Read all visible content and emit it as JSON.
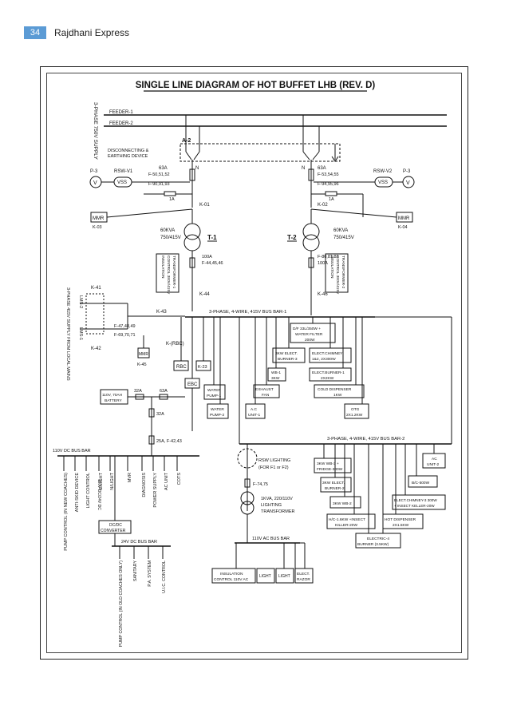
{
  "header": {
    "page_number": "34",
    "running_title": "Rajdhani Express"
  },
  "diagram": {
    "title": "SINGLE LINE DIAGRAM OF HOT BUFFET LHB (REV. D)",
    "supply": "3-PHASE 750V SUPPLY",
    "feeder1": "FEEDER-1",
    "feeder2": "FEEDER-2",
    "a2": "A-2",
    "disconnect": "DISCONNECTING &",
    "disconnect2": "EARTHING DEVICE",
    "p3_left": "P-3",
    "p3_right": "P-3",
    "rswv1": "RSW-V1",
    "rswv2": "RSW-V2",
    "vss": "VSS",
    "v": "V",
    "fuse_63a_l": "63A",
    "fuse_l1": "F-50,51,52",
    "fuse_l2": "F-90,91,93",
    "fuse_63a_r": "63A",
    "fuse_r1": "F-53,54,55",
    "fuse_r2": "F-94,95,96",
    "one_a": "1A",
    "k01": "K-01",
    "k02": "K-02",
    "mmr": "MMR",
    "k03": "K-03",
    "k04": "K-04",
    "n": "N",
    "t1": "T-1",
    "t2": "T-2",
    "kva1": "60KVA",
    "v1": "750/415V",
    "kva2": "60KVA",
    "v2": "750/415V",
    "fuse100_l": "100A",
    "fuse100_l2": "F-44,45,46",
    "fuse100_r": "F-80,81,82",
    "fuse100_r2": "100A",
    "insul_l1": "INSULATION",
    "insul_l2": "CONTROL 380V/415V",
    "insul_l3": "TRANSFORMER-1",
    "insul_r1": "INSULATION",
    "insul_r2": "CONTROL 380V/415V",
    "insul_r3": "TRANSFORMER-2",
    "k44": "K-44",
    "k46": "K-46",
    "k41": "K-41",
    "k42": "K-42",
    "k43": "K-43",
    "lms": "3-PHASE 415V SUPPLY FROM LOCAL MAINS",
    "lms2": "LMS-2",
    "lms1": "LMS-1",
    "f47": "F-47,48,49",
    "f69": "F-69,70,71",
    "busbar1": "3-PHASE, 4-WIRE, 415V BUS BAR-1",
    "krbc": "K-(RBC)",
    "k45": "K-45",
    "rbc": "RBC",
    "k23": "K-23",
    "ebc": "EBC",
    "df": "D/F 33L/350W +",
    "df2": "WATER FILTER",
    "df3": "200W",
    "burner3": "3KW ELECT.",
    "burner3b": "BURNER-3",
    "chimney": "ELECT.CHIMNEY",
    "chimney2": "1&2, 2X300W",
    "burner1": "ELECT.BURNER-1",
    "burner1b": "2X2KW",
    "wb1": "WB-1",
    "wb1b": "3KW",
    "exhaust": "EXHAUST",
    "exhaust2": "FAN",
    "colddisp": "COLD DISPENSER",
    "colddisp2": "1KW",
    "waterpump1": "WATER",
    "waterpump1b": "PUMP-1",
    "waterpump2": "WATER",
    "waterpump2b": "PUMP-2",
    "ac1": "A.C",
    "ac1b": "UNIT-1",
    "otg": "OTG",
    "otg2": "2X1.2KW",
    "battery": "110V, 70AH",
    "battery2": "BATTERY",
    "f32a": "32A",
    "f63a": "63A",
    "f32a2": "32A",
    "f25a": "25A, F-42,43",
    "dcbus": "110V DC BUS BAR",
    "busbar2": "3-PHASE, 4-WIRE, 415V BUS BAR-2",
    "rswlight": "RSW LIGHTING",
    "rswlight2": "(FOR F1 or F2)",
    "f7475": "F-74,75",
    "lighttr": "1KVA, 220/110V",
    "lighttr2": "LIGHTING",
    "lighttr3": "TRANSFORMER",
    "acbus": "110V AC BUS BAR",
    "insul110": "INSULATION",
    "insul110b": "CONTROL 110V AC",
    "light": "LIGHT",
    "light2": "LIGHT",
    "razor": "ELECT.",
    "razor2": "RAZOR",
    "wb3": "3KW WB-3 +",
    "wb3b": "FRIDGE-300W",
    "burner2": "3KW ELECT.",
    "burner2b": "BURNER-2",
    "wb2": "3KW WB-2",
    "bc": "B/C-500W",
    "ac2": "AC",
    "ac2b": "UNIT-2",
    "hc": "H/C-1.6KW +INSECT",
    "hc2": "KILLER-20W",
    "chimney3": "ELECT.CHIMNEY-3 300W",
    "chimney3b": "+ INSECT KELLER-20W",
    "hotdisp": "HOT DISPENSER",
    "hotdisp2": "2X1.5KW",
    "burner4": "ELECTRIC-4",
    "burner4b": "BURNER (3.5KW)",
    "dc_loads": [
      "PUMP CONTROL (IN NEW COACHES)",
      "ANTI-SKID DEVICE",
      "LIGHT CONTROL",
      "E/LIGHT",
      "N/LIGHT",
      "MVR",
      "DIAGNOSIS",
      "POWER SUPPLY",
      "AC UNIT",
      "COTS"
    ],
    "dc24": "110V DC/24V DC",
    "dcdc": "DC/DC",
    "dcdc2": "CONVERTER",
    "dc24bus": "24V DC BUS BAR",
    "dc24_loads": [
      "PUMP CONTROL (IN OLD COACHES ONLY)",
      "SANITARY",
      "P.A. SYSTEM",
      "U.I.C. CONTROL"
    ]
  }
}
